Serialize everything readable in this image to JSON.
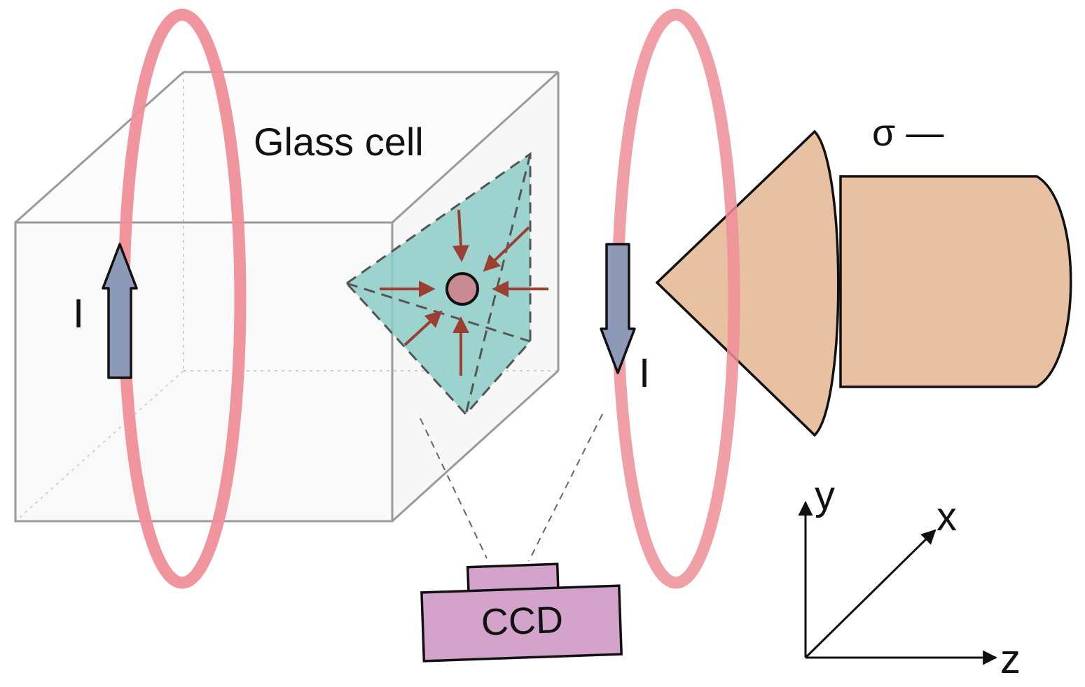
{
  "labels": {
    "glass_cell": "Glass cell",
    "current_left": "I",
    "current_right": "I",
    "polarization": "σ —",
    "ccd": "CCD",
    "axis_y": "y",
    "axis_x": "x",
    "axis_z": "z"
  },
  "colors": {
    "coil": "#ef8e98",
    "current_arrow": "#8c9ab8",
    "mot_plane": "#8ccdc8",
    "beam_arrow": "#9b3f32",
    "atom_cloud": "#c88a93",
    "laser_cone": "#e8c0a2",
    "ccd_body": "#d4a3cb",
    "cube_edge": "#9a9a9a"
  },
  "icons": [
    "current-up-arrow-icon",
    "current-down-arrow-icon",
    "axis-arrow-icon"
  ]
}
